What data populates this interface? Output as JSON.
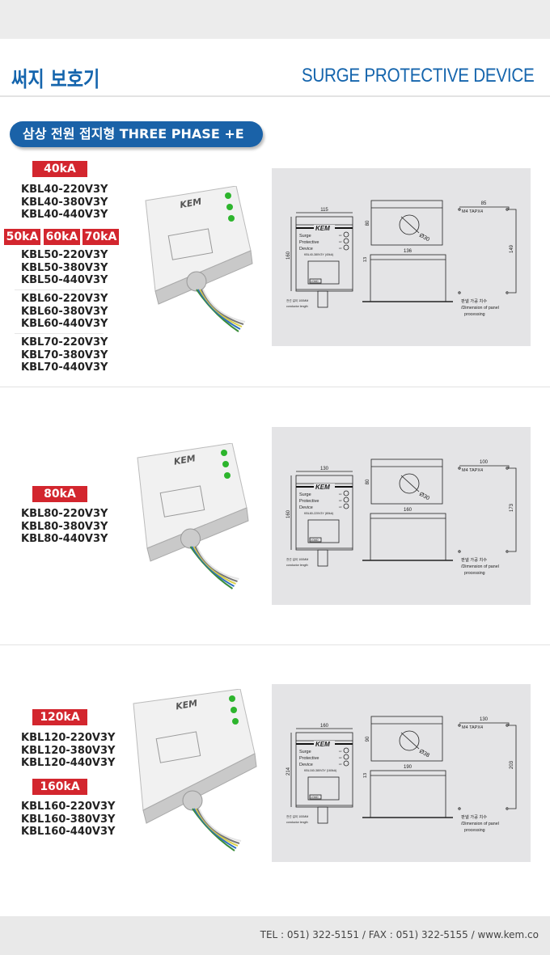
{
  "header": {
    "title_ko": "써지 보호기",
    "title_en": "SURGE PROTECTIVE DEVICE"
  },
  "category": "삼상 전원 접지형  THREE PHASE +E",
  "sections": [
    {
      "badges": [
        "40kA"
      ],
      "groups": [
        [
          "KBL40-220V3Y",
          "KBL40-380V3Y",
          "KBL40-440V3Y"
        ]
      ],
      "badges2": [
        "50kA",
        "60kA",
        "70kA"
      ],
      "groups2": [
        [
          "KBL50-220V3Y",
          "KBL50-380V3Y",
          "KBL50-440V3Y"
        ],
        [
          "KBL60-220V3Y",
          "KBL60-380V3Y",
          "KBL60-440V3Y"
        ],
        [
          "KBL70-220V3Y",
          "KBL70-380V3Y",
          "KBL70-440V3Y"
        ]
      ]
    },
    {
      "badges": [
        "80kA"
      ],
      "groups": [
        [
          "KBL80-220V3Y",
          "KBL80-380V3Y",
          "KBL80-440V3Y"
        ]
      ]
    },
    {
      "badges": [
        "120kA"
      ],
      "groups": [
        [
          "KBL120-220V3Y",
          "KBL120-380V3Y",
          "KBL120-440V3Y"
        ]
      ],
      "badges2": [
        "160kA"
      ],
      "groups2": [
        [
          "KBL160-220V3Y",
          "KBL160-380V3Y",
          "KBL160-440V3Y"
        ]
      ]
    }
  ],
  "product_logo": "KEM",
  "drawings": [
    {
      "width": "115",
      "height": "160",
      "top_h": "80",
      "hole": "Ø30",
      "side_w": "136",
      "side_h": "13",
      "panel_w": "85",
      "panel_h": "149",
      "model": "KBL40-380V3Y  (40kA)"
    },
    {
      "width": "130",
      "height": "160",
      "top_h": "80",
      "hole": "Ø30",
      "side_w": "160",
      "side_h": "",
      "panel_w": "100",
      "panel_h": "173",
      "model": "KBL80-220V3Y  (80kA)"
    },
    {
      "width": "160",
      "height": "214",
      "top_h": "90",
      "hole": "Ø38",
      "side_w": "190",
      "side_h": "13",
      "panel_w": "130",
      "panel_h": "203",
      "model": "KBL160-380V3Y  (160kA)"
    }
  ],
  "drawing_labels": {
    "surge": "Surge",
    "protective": "Protective",
    "device": "Device",
    "brand": "KEM",
    "l1": "L1",
    "l2": "L2",
    "l3": "L3",
    "load": "LOAD",
    "tap": "M4  TAPX4",
    "panel_ko": "판넬 가공 치수",
    "panel_en1": "/Dimension of panel",
    "panel_en2": "processing",
    "cond_ko": "전선 길이 100MM",
    "cond_en": "conductor length"
  },
  "footer": "TEL : 051) 322-5151  /  FAX : 051) 322-5155  /  www.kem.co"
}
